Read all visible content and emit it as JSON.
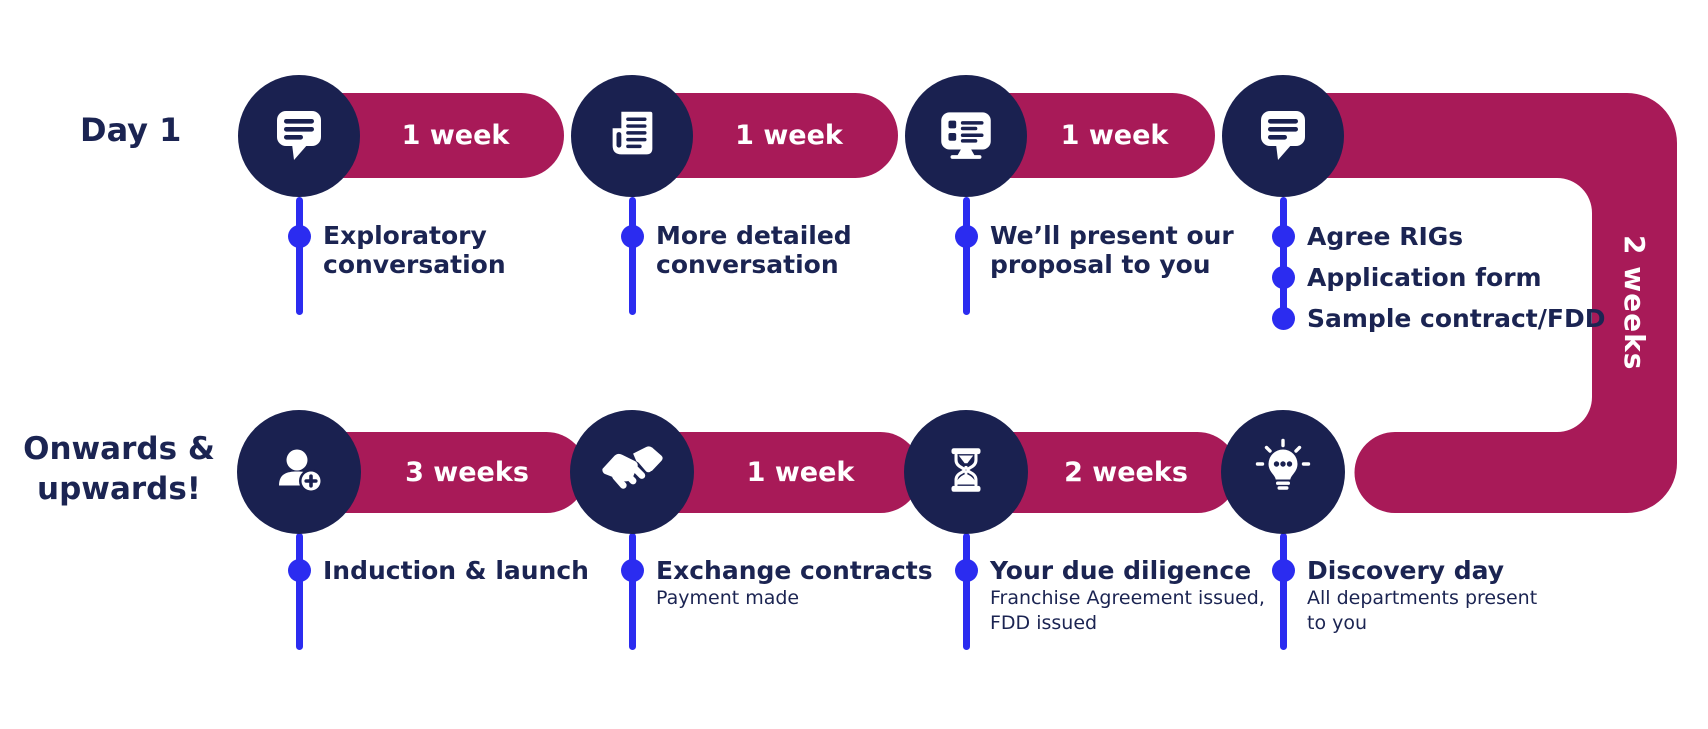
{
  "colors": {
    "navy": "#1a2150",
    "magenta": "#a81a58",
    "blue": "#2b2cf0",
    "text_navy": "#1b2452",
    "background": "#ffffff",
    "icon_white": "#ffffff"
  },
  "row1": {
    "label": "Day 1",
    "steps": [
      {
        "icon": "chat-icon",
        "duration": "1 week",
        "title": "Exploratory\nconversation"
      },
      {
        "icon": "newspaper-icon",
        "duration": "1 week",
        "title": "More detailed\nconversation"
      },
      {
        "icon": "presentation-screen-icon",
        "duration": "1 week",
        "title": "We’ll present our\nproposal to you"
      },
      {
        "icon": "chat-icon",
        "bullets": [
          "Agree RIGs",
          "Application form",
          "Sample contract/FDD"
        ]
      }
    ]
  },
  "connector": {
    "duration": "2 weeks"
  },
  "row2": {
    "label": "Onwards &\nupwards!",
    "steps": [
      {
        "icon": "person-add-icon",
        "duration": "3 weeks",
        "title": "Induction & launch"
      },
      {
        "icon": "handshake-icon",
        "duration": "1 week",
        "title": "Exchange contracts",
        "subtitle": "Payment made"
      },
      {
        "icon": "hourglass-icon",
        "duration": "2 weeks",
        "title": "Your due diligence",
        "subtitle": "Franchise Agreement issued,\nFDD issued"
      },
      {
        "icon": "lightbulb-icon",
        "title": "Discovery day",
        "subtitle": "All departments present\nto you"
      }
    ]
  }
}
